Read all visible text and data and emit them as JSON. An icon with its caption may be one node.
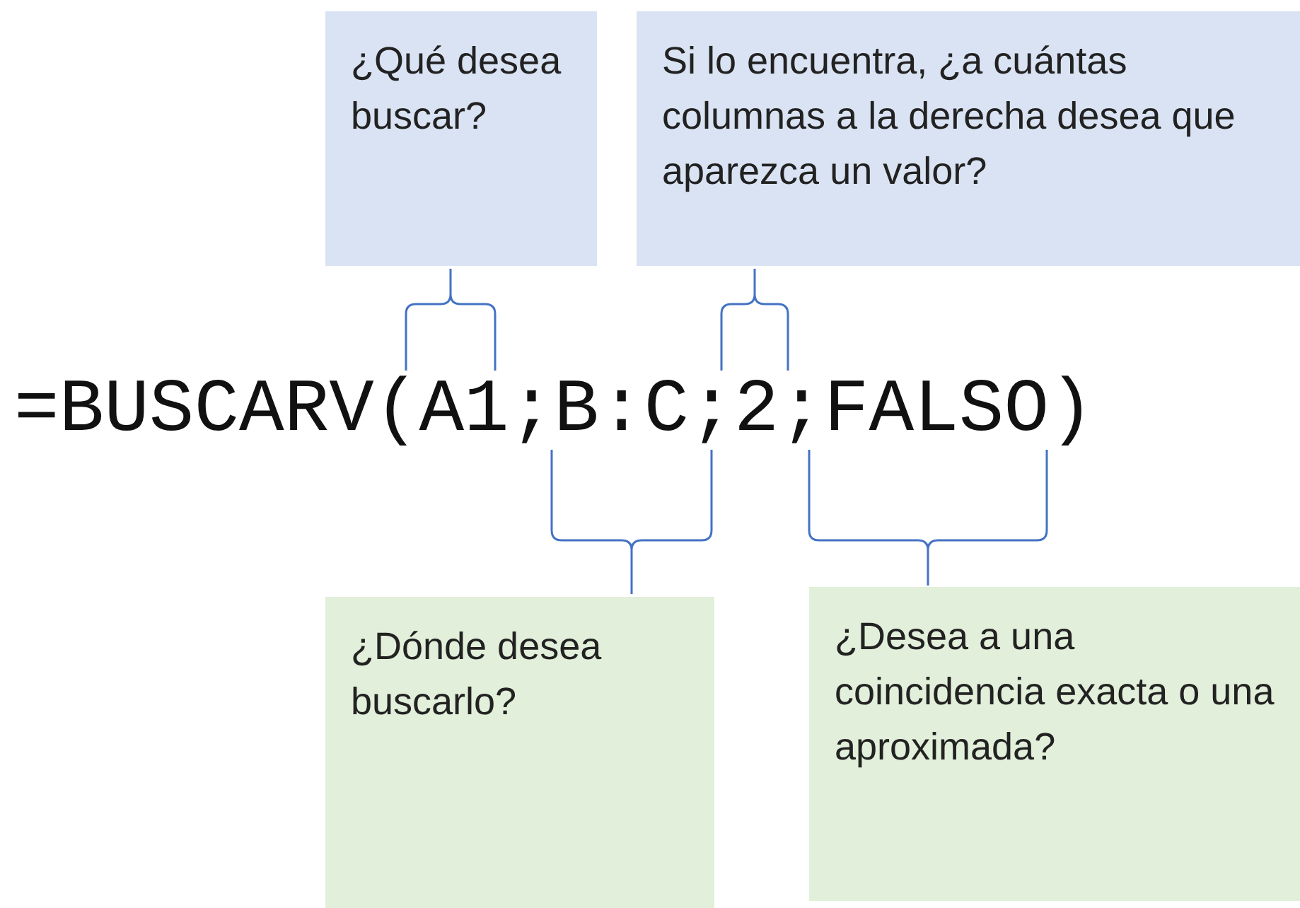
{
  "diagram": {
    "nodes": [
      {
        "text": [
          "¿Qué desea buscar?"
        ]
      },
      {
        "text": [
          "Si lo encuentra, ¿a cuántas columnas a la derecha desea que aparezca un valor?"
        ]
      },
      {
        "text": [
          "¿Dónde desea buscarlo?"
        ]
      },
      {
        "text": [
          "¿Desea a una coincidencia exacta o una aproximada?"
        ]
      }
    ],
    "labels": [
      "=BUSCARV(A1;B:C;2;FALSO)"
    ]
  }
}
